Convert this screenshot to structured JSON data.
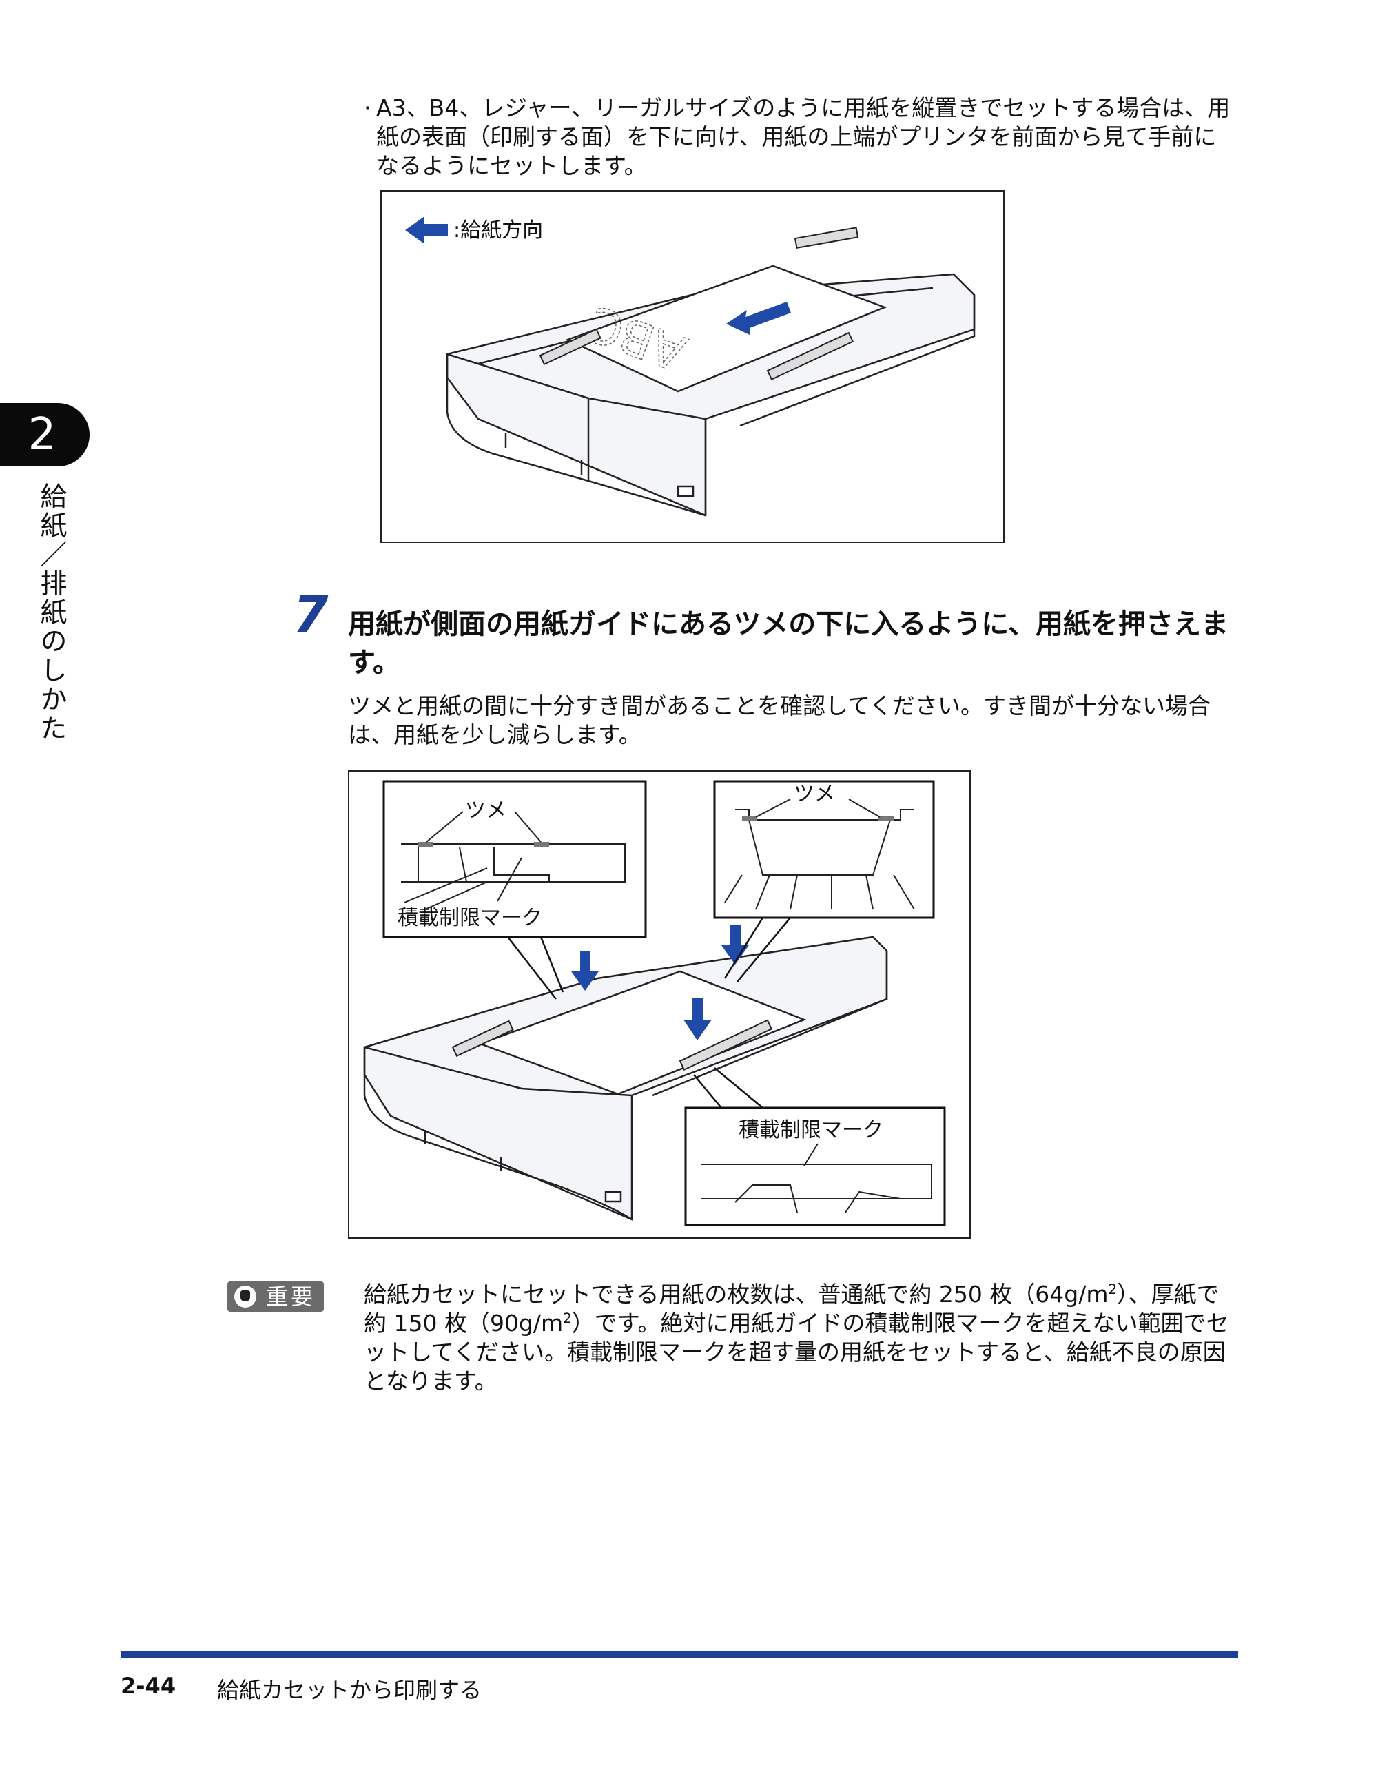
{
  "chapter": {
    "number": "2",
    "title": "給紙／排紙のしかた"
  },
  "bullet_note": {
    "marker": "·",
    "text": "A3、B4、レジャー、リーガルサイズのように用紙を縦置きでセットする場合は、用紙の表面（印刷する面）を下に向け、用紙の上端がプリンタを前面から見て手前になるようにセットします。"
  },
  "figure1": {
    "legend_label": ":給紙方向",
    "paper_text": "ABC"
  },
  "step": {
    "number": "7",
    "heading": "用紙が側面の用紙ガイドにあるツメの下に入るように、用紙を押さえます。",
    "detail": "ツメと用紙の間に十分すき間があることを確認してください。すき間が十分ない場合は、用紙を少し減らします。"
  },
  "figure2": {
    "callout_left_top": "ツメ",
    "callout_left_bottom": "積載制限マーク",
    "callout_right_top": "ツメ",
    "callout_bottom_right": "積載制限マーク"
  },
  "important": {
    "label": "重要",
    "text_a": "給紙カセットにセットできる用紙の枚数は、普通紙で約 250 枚（64g/m",
    "sup1": "2",
    "text_b": "）、厚紙で約 150 枚（90g/m",
    "sup2": "2",
    "text_c": "）です。絶対に用紙ガイドの積載制限マークを超えない範囲でセットしてください。積載制限マークを超す量の用紙をセットすると、給紙不良の原因となります。"
  },
  "footer": {
    "page": "2-44",
    "title": "給紙カセットから印刷する"
  },
  "colors": {
    "accent_blue": "#1e3f96",
    "arrow_blue": "#1f4aa8"
  }
}
